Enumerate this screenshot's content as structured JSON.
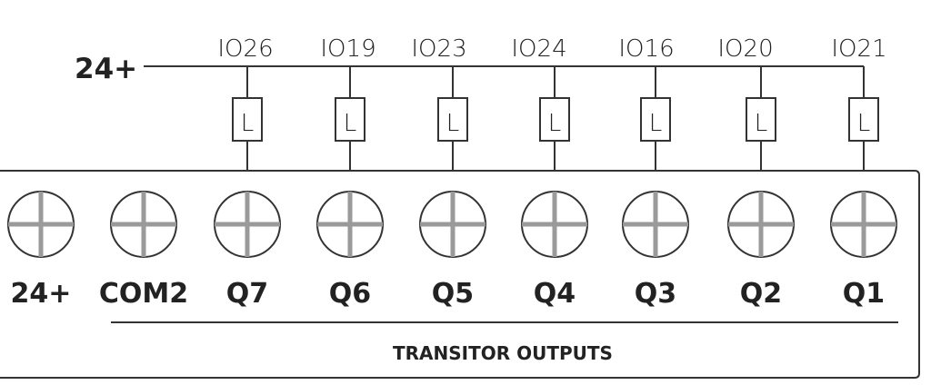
{
  "supply_label": "24+",
  "loads": [
    {
      "io": "IO26",
      "load": "L",
      "terminal": "Q7"
    },
    {
      "io": "IO19",
      "load": "L",
      "terminal": "Q6"
    },
    {
      "io": "IO23",
      "load": "L",
      "terminal": "Q5"
    },
    {
      "io": "IO24",
      "load": "L",
      "terminal": "Q4"
    },
    {
      "io": "IO16",
      "load": "L",
      "terminal": "Q3"
    },
    {
      "io": "IO20",
      "load": "L",
      "terminal": "Q2"
    },
    {
      "io": "IO21",
      "load": "L",
      "terminal": "Q1"
    }
  ],
  "terminals": [
    "24+",
    "COM2",
    "Q7",
    "Q6",
    "Q5",
    "Q4",
    "Q3",
    "Q2",
    "Q1"
  ],
  "block_title": "TRANSITOR OUTPUTS",
  "colors": {
    "line": "#333333",
    "screw": "#9a9a9a",
    "text": "#222222"
  }
}
